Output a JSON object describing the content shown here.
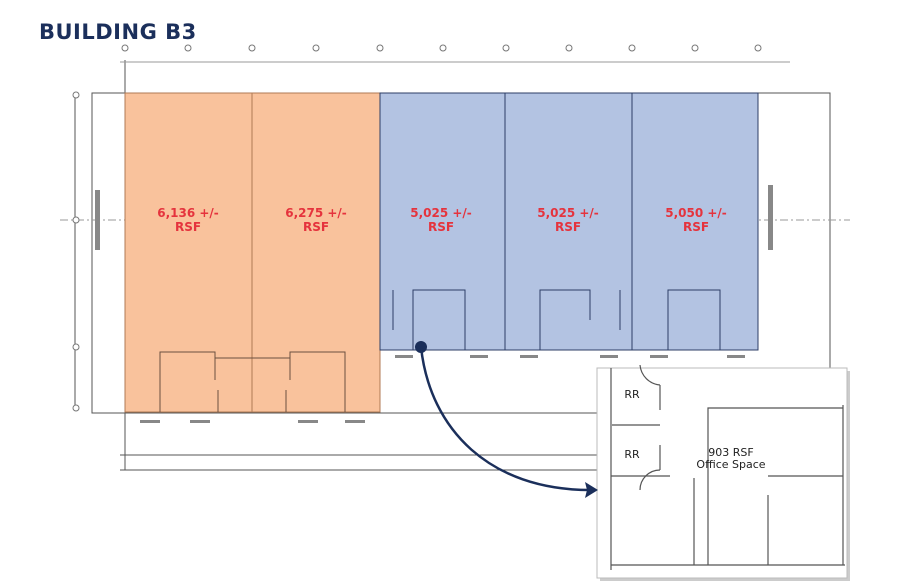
{
  "title": "BUILDING B3",
  "colors": {
    "title": "#1b2f5b",
    "occupied_suite": "#f9c29c",
    "available_suite": "#b3c3e2",
    "label": "#e5333d",
    "arrow": "#1b2f5b"
  },
  "suites": [
    {
      "area": "6,136 +/-",
      "unit": "RSF",
      "color": "orange"
    },
    {
      "area": "6,275 +/-",
      "unit": "RSF",
      "color": "orange"
    },
    {
      "area": "5,025 +/-",
      "unit": "RSF",
      "color": "blue"
    },
    {
      "area": "5,025 +/-",
      "unit": "RSF",
      "color": "blue"
    },
    {
      "area": "5,050 +/-",
      "unit": "RSF",
      "color": "blue"
    }
  ],
  "inset": {
    "restroom_top": "RR",
    "restroom_bottom": "RR",
    "office_area": "903 RSF",
    "office_label": "Office Space"
  }
}
